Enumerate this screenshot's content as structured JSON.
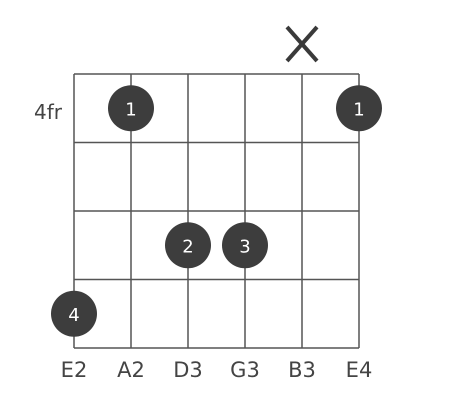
{
  "diagram": {
    "fret_label": "4fr",
    "strings": [
      "E2",
      "A2",
      "D3",
      "G3",
      "B3",
      "E4"
    ],
    "fret_count": 4,
    "muted_strings": [
      4
    ],
    "fingers": [
      {
        "string": 1,
        "fret": 1,
        "finger": "1"
      },
      {
        "string": 5,
        "fret": 1,
        "finger": "1"
      },
      {
        "string": 2,
        "fret": 3,
        "finger": "2"
      },
      {
        "string": 3,
        "fret": 3,
        "finger": "3"
      },
      {
        "string": 0,
        "fret": 4,
        "finger": "4"
      }
    ]
  }
}
